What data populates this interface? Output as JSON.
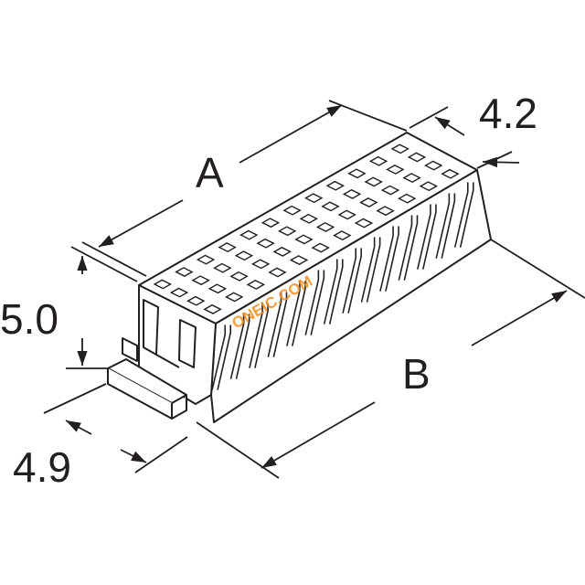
{
  "labels": {
    "length_a": "A",
    "length_b": "B",
    "width_top": "4.2",
    "height": "5.0",
    "width_bottom": "4.9"
  },
  "watermark": "ONEIC.COM",
  "colors": {
    "line": "#231f20",
    "watermark": "#f28c1e",
    "background": "#ffffff"
  }
}
